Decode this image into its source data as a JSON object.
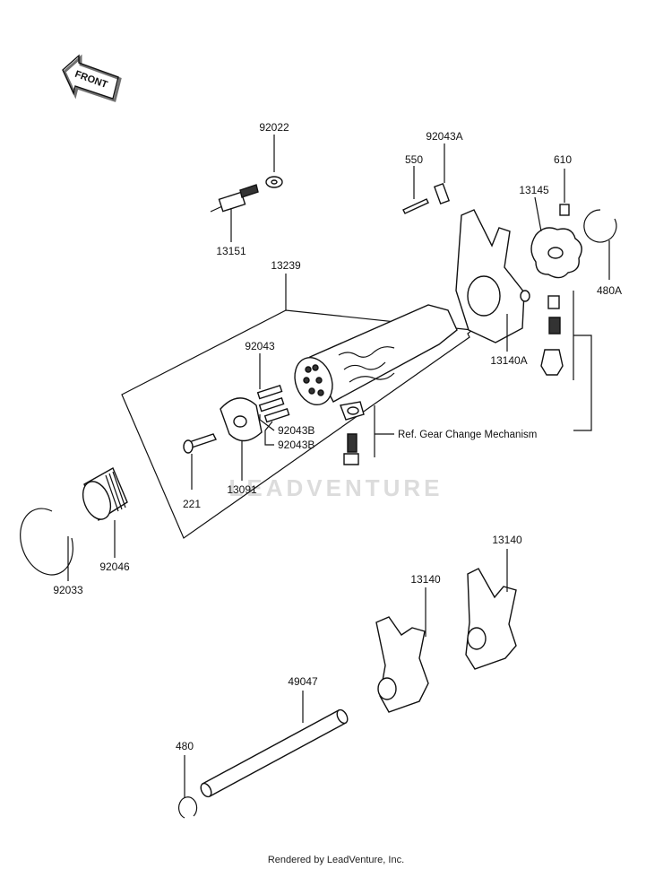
{
  "diagram": {
    "front_label": "FRONT",
    "watermark": "LEADVENTURE",
    "footer": "Rendered by LeadVenture, Inc.",
    "reference_note": "Ref.  Gear Change Mechanism",
    "labels": {
      "p92022": "92022",
      "p92043A": "92043A",
      "p550": "550",
      "p610": "610",
      "p13145": "13145",
      "p13151": "13151",
      "p13239": "13239",
      "p480A": "480A",
      "p13140A": "13140A",
      "p92043": "92043",
      "p92043B_1": "92043B",
      "p92043B_2": "92043B",
      "p13091": "13091",
      "p221": "221",
      "p92033": "92033",
      "p92046": "92046",
      "p13140_1": "13140",
      "p13140_2": "13140",
      "p49047": "49047",
      "p480": "480"
    }
  }
}
